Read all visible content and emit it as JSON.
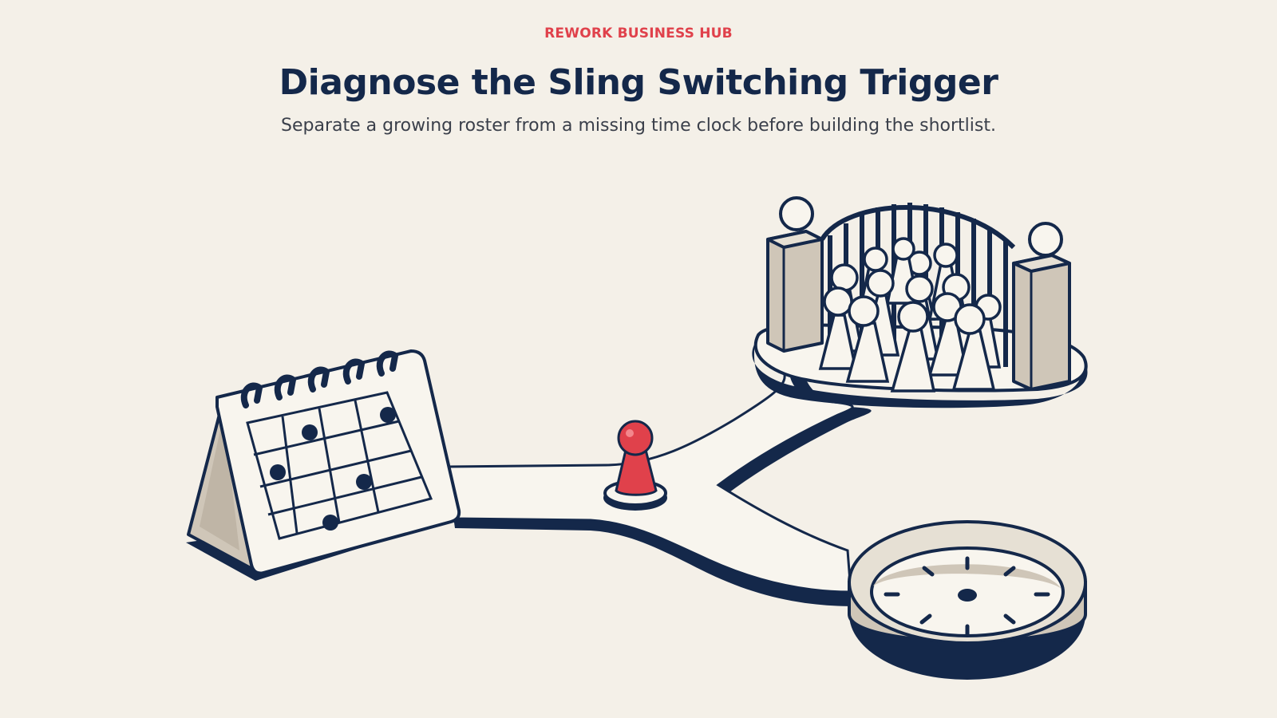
{
  "header": {
    "brand": "REWORK BUSINESS HUB",
    "title": "Diagnose the Sling Switching Trigger",
    "subtitle": "Separate a growing roster from a missing time clock before building the shortlist."
  },
  "illustration": {
    "icons": [
      "calendar-icon",
      "game-pawn-icon",
      "crowd-gate-icon",
      "time-clock-icon"
    ]
  },
  "colors": {
    "background": "#f4f0e8",
    "navy": "#14284a",
    "accent_red": "#e0414b",
    "cream": "#f8f5ee",
    "taupe": "#cfc6b8"
  }
}
